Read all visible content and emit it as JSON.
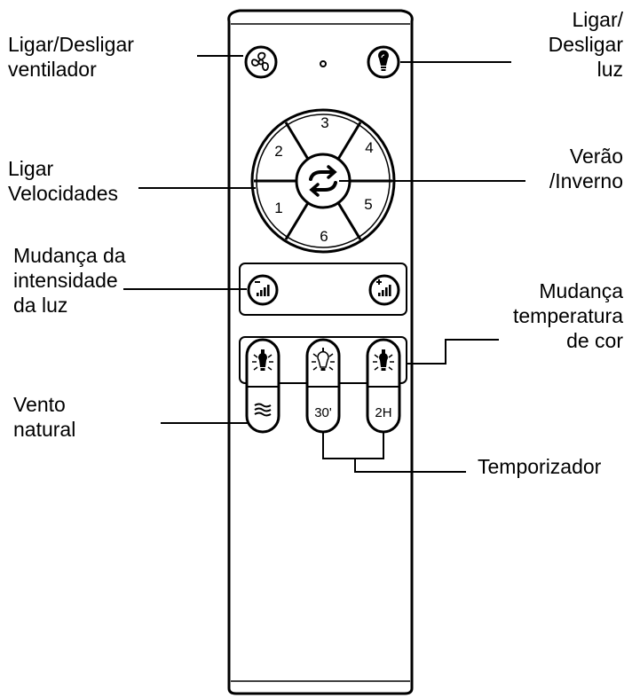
{
  "labels": {
    "fan_power": [
      "Ligar/Desligar",
      "ventilador"
    ],
    "light_power": [
      "Ligar/",
      "Desligar",
      "luz"
    ],
    "speeds": [
      "Ligar",
      "Velocidades"
    ],
    "summer_winter": [
      "Verão",
      "/Inverno"
    ],
    "light_intensity": [
      "Mudança da",
      "intensidade",
      "da luz"
    ],
    "color_temp": [
      "Mudança",
      "temperatura",
      "de cor"
    ],
    "natural_wind": [
      "Vento",
      "natural"
    ],
    "timer": [
      "Temporizador"
    ]
  },
  "speed_numbers": [
    "1",
    "2",
    "3",
    "4",
    "5",
    "6"
  ],
  "timer_buttons": [
    "30'",
    "2H"
  ],
  "icons": {
    "fan": "fan-icon",
    "bulb": "bulb-icon",
    "reverse": "reverse-arrows-icon",
    "dim_down": "brightness-down-icon",
    "dim_up": "brightness-up-icon",
    "warm_light": "dark-bulb-icon",
    "neutral_light": "light-bulb-icon",
    "cool_light": "dark-bulb-icon",
    "wind": "wind-icon"
  }
}
